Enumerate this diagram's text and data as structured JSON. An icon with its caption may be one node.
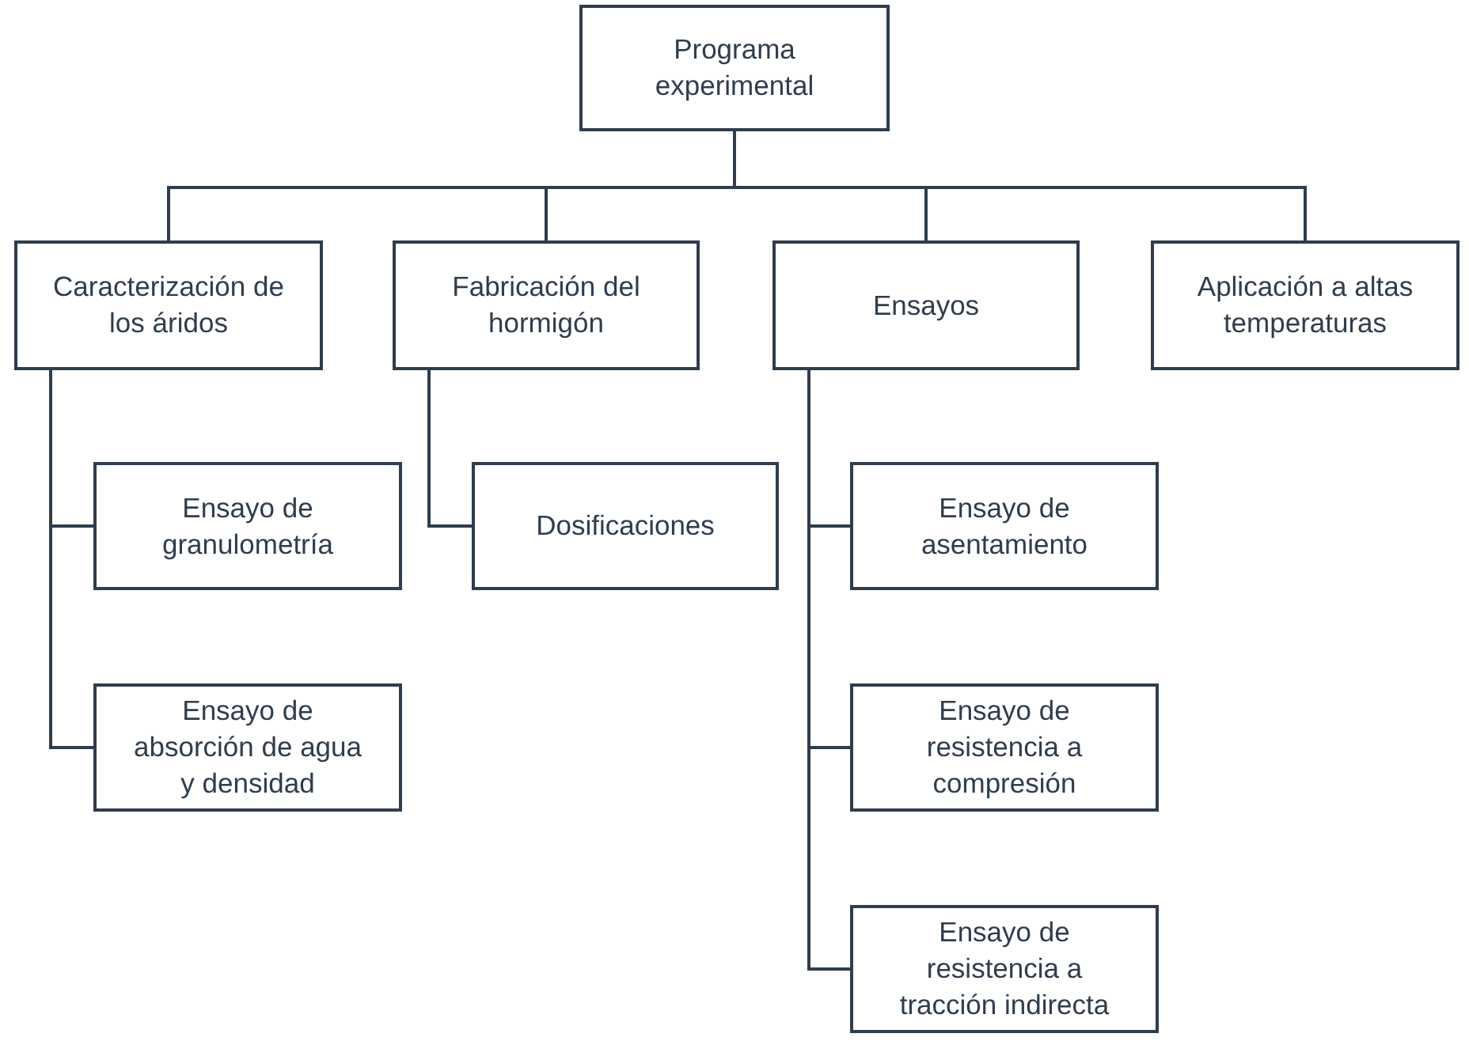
{
  "diagram": {
    "nodes": [
      {
        "text": [
          "Programa experimental"
        ]
      },
      {
        "text": [
          "Caracterización de los áridos"
        ]
      },
      {
        "text": [
          "Fabricación del hormigón"
        ]
      },
      {
        "text": [
          "Ensayos"
        ]
      },
      {
        "text": [
          "Aplicación a altas temperaturas"
        ]
      },
      {
        "text": [
          "Ensayo de granulometría"
        ]
      },
      {
        "text": [
          "Ensayo de absorción de agua y densidad"
        ]
      },
      {
        "text": [
          "Dosificaciones"
        ]
      },
      {
        "text": [
          "Ensayo de asentamiento"
        ]
      },
      {
        "text": [
          "Ensayo de resistencia a compresión"
        ]
      },
      {
        "text": [
          "Ensayo de resistencia a tracción indirecta"
        ]
      }
    ],
    "edges": [
      {
        "from": 0,
        "to": 1,
        "arrow": "none"
      },
      {
        "from": 0,
        "to": 2,
        "arrow": "none"
      },
      {
        "from": 0,
        "to": 3,
        "arrow": "none"
      },
      {
        "from": 0,
        "to": 4,
        "arrow": "none"
      },
      {
        "from": 1,
        "to": 5,
        "arrow": "none"
      },
      {
        "from": 1,
        "to": 6,
        "arrow": "none"
      },
      {
        "from": 2,
        "to": 7,
        "arrow": "none"
      },
      {
        "from": 3,
        "to": 8,
        "arrow": "none"
      },
      {
        "from": 3,
        "to": 9,
        "arrow": "none"
      },
      {
        "from": 3,
        "to": 10,
        "arrow": "none"
      }
    ]
  }
}
